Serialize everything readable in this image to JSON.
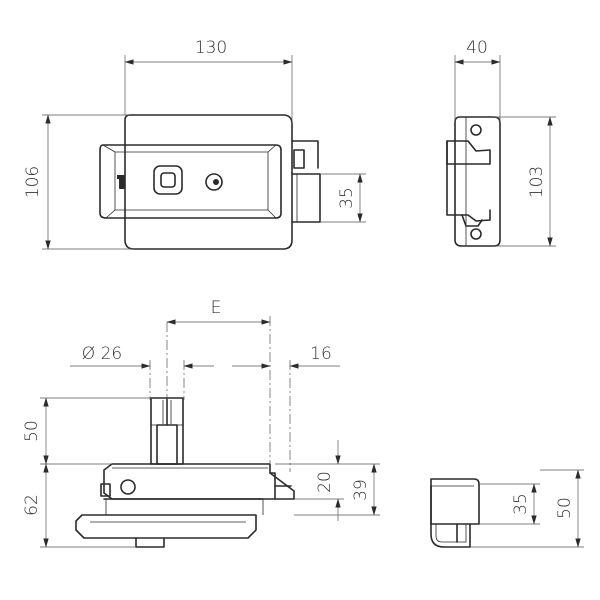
{
  "dimensions": {
    "front_width": "130",
    "front_height": "106",
    "front_bolt": "35",
    "side_width": "40",
    "side_height": "103",
    "top_E": "E",
    "top_diameter": "Ø 26",
    "top_16": "16",
    "top_50": "50",
    "top_62": "62",
    "top_20": "20",
    "top_39": "39",
    "end_35": "35",
    "end_50": "50"
  },
  "colors": {
    "line": "#2b2b2b",
    "background": "#ffffff"
  }
}
